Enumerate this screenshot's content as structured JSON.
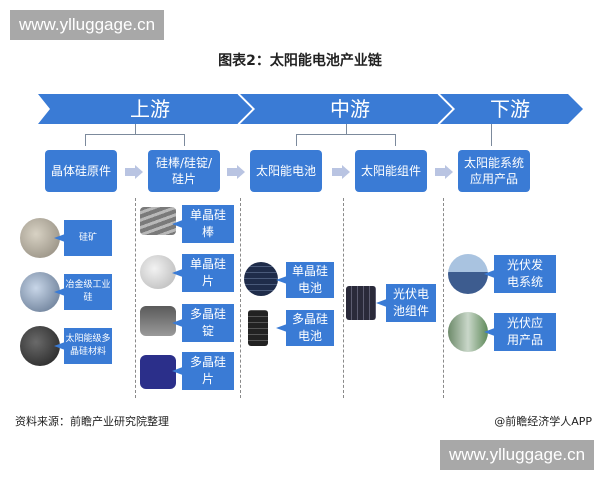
{
  "watermark": {
    "text": "www.ylluggage.cn"
  },
  "title": "图表2：太阳能电池产业链",
  "stages": [
    {
      "label": "上游"
    },
    {
      "label": "中游"
    },
    {
      "label": "下游"
    }
  ],
  "process_boxes": [
    {
      "label": "晶体硅原件"
    },
    {
      "label": "硅棒/硅锭/\n硅片"
    },
    {
      "label": "太阳能电池"
    },
    {
      "label": "太阳能组件"
    },
    {
      "label": "太阳能系统\n应用产品"
    }
  ],
  "raw_materials": [
    {
      "label": "硅矿",
      "icon": "silicon-ore-photo"
    },
    {
      "label": "冶金级工业\n硅",
      "icon": "metallurgical-silicon-photo"
    },
    {
      "label": "太阳能级多\n晶硅材料",
      "icon": "solar-grade-polysilicon-photo"
    }
  ],
  "silicon_products": [
    {
      "label": "单晶硅\n棒",
      "icon": "mono-silicon-rod-photo"
    },
    {
      "label": "单晶硅\n片",
      "icon": "mono-silicon-wafer-photo"
    },
    {
      "label": "多晶硅\n锭",
      "icon": "poly-silicon-ingot-photo"
    },
    {
      "label": "多晶硅\n片",
      "icon": "poly-silicon-wafer-photo"
    }
  ],
  "cells": [
    {
      "label": "单晶硅\n电池",
      "icon": "mono-cell-photo"
    },
    {
      "label": "多晶硅\n电池",
      "icon": "poly-cell-photo"
    }
  ],
  "modules": [
    {
      "label": "光伏电\n池组件",
      "icon": "pv-module-photo"
    }
  ],
  "applications": [
    {
      "label": "光伏发\n电系统",
      "icon": "pv-power-plant-photo"
    },
    {
      "label": "光伏应\n用产品",
      "icon": "pv-products-photo"
    }
  ],
  "footer": {
    "source": "资料来源：前瞻产业研究院整理",
    "credit": "@前瞻经济学人APP"
  },
  "colors": {
    "banner": "#3a7bd5",
    "box": "#3a7bd5",
    "arrow": "#b9c4e2"
  }
}
